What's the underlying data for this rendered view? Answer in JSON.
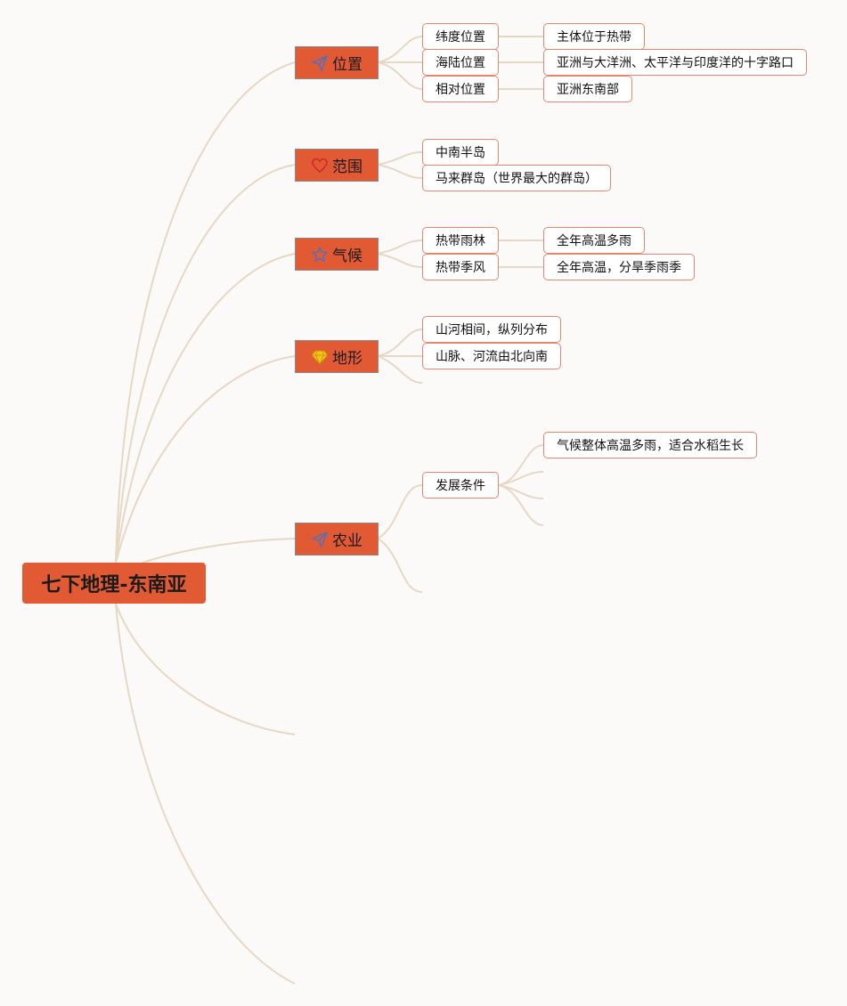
{
  "root": {
    "label": "七下地理-东南亚"
  },
  "branches": [
    {
      "id": "position",
      "label": "位置",
      "icon": "paper-plane-icon"
    },
    {
      "id": "range",
      "label": "范围",
      "icon": "heart-icon"
    },
    {
      "id": "climate",
      "label": "气候",
      "icon": "star-icon"
    },
    {
      "id": "terrain",
      "label": "地形",
      "icon": "diamond-icon"
    },
    {
      "id": "agriculture",
      "label": "农业",
      "icon": "paper-plane-icon"
    }
  ],
  "topics": {
    "position": [
      {
        "label": "纬度位置",
        "detail": "主体位于热带"
      },
      {
        "label": "海陆位置",
        "detail": "亚洲与大洋洲、太平洋与印度洋的十字路口"
      },
      {
        "label": "相对位置",
        "detail": "亚洲东南部"
      }
    ],
    "range": [
      {
        "label": "中南半岛"
      },
      {
        "label": "马来群岛（世界最大的群岛）"
      }
    ],
    "climate": [
      {
        "label": "热带雨林",
        "detail": "全年高温多雨"
      },
      {
        "label": "热带季风",
        "detail": "全年高温，分旱季雨季"
      }
    ],
    "terrain": [
      {
        "label": "山河相间，纵列分布"
      },
      {
        "label": "山脉、河流由北向南"
      }
    ],
    "agriculture": [
      {
        "label": "发展条件",
        "detail": "气候整体高温多雨，适合水稻生长"
      }
    ]
  },
  "colors": {
    "node_fill": "#e25a33",
    "leaf_border": "#e8866d",
    "connector": "#e6d8c4",
    "background": "#fbfaf9"
  }
}
